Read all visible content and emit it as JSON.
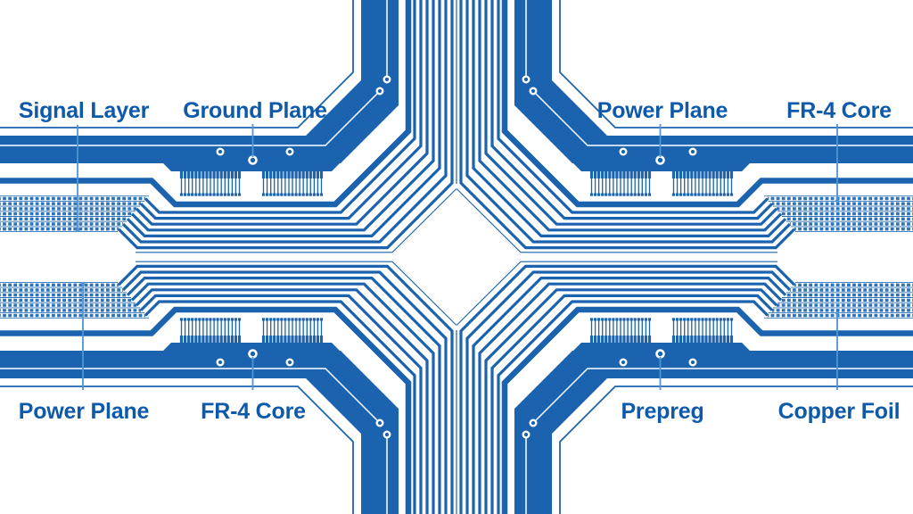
{
  "diagram": {
    "type": "pcb-multilayer-stackup-illustration",
    "description": "Symmetric blue printed-circuit-board layer diagram with traces converging at center"
  },
  "colors": {
    "trace_blue": "#1b63ae",
    "mesh_blue": "#2e72b8",
    "label_blue": "#0d5aab",
    "pointer_blue": "#4e96d5",
    "bg_white": "#ffffff"
  },
  "labels": {
    "signal_layer": "Signal Layer",
    "ground_plane": "Ground Plane",
    "power_plane_top": "Power Plane",
    "fr4_core_top": "FR-4 Core",
    "power_plane_bottom": "Power Plane",
    "fr4_core_bottom": "FR-4 Core",
    "prepreg": "Prepreg",
    "copper_foil": "Copper Foil"
  }
}
